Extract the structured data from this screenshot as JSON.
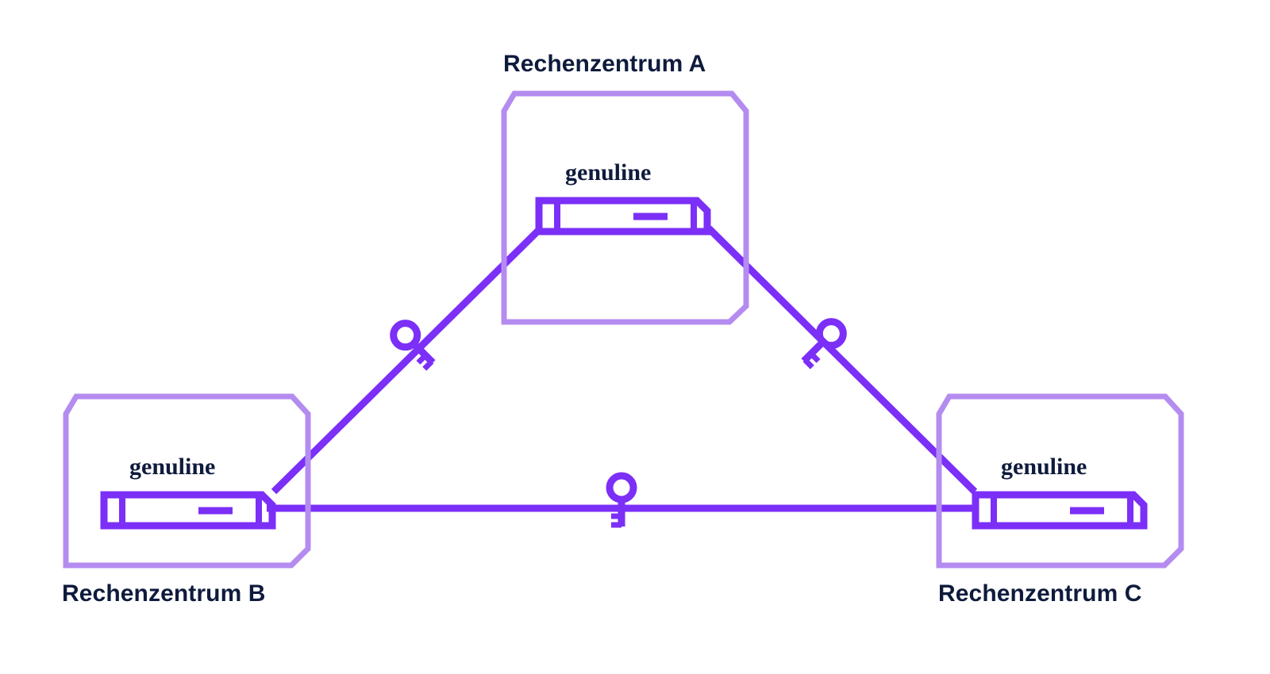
{
  "diagram": {
    "type": "network-topology",
    "description": "Drei Rechenzentren mit genuline Geraeten, paarweise verschluesselt verbunden",
    "background_color": "#ffffff",
    "colors": {
      "box_border": "#b48cf0",
      "accent": "#7b2ff7",
      "text": "#0f1b3d"
    },
    "sites": [
      {
        "id": "a",
        "title": "Rechenzentrum A",
        "device_label": "genuline",
        "device_icon": "network-appliance-icon",
        "title_position": "above"
      },
      {
        "id": "b",
        "title": "Rechenzentrum B",
        "device_label": "genuline",
        "device_icon": "network-appliance-icon",
        "title_position": "below"
      },
      {
        "id": "c",
        "title": "Rechenzentrum C",
        "device_label": "genuline",
        "device_icon": "network-appliance-icon",
        "title_position": "below"
      }
    ],
    "links": [
      {
        "id": "ab",
        "from": "a",
        "to": "b",
        "icon": "key-icon",
        "style": "solid",
        "orientation": "diagonal-down-left"
      },
      {
        "id": "ac",
        "from": "a",
        "to": "c",
        "icon": "key-icon",
        "style": "solid",
        "orientation": "diagonal-down-right"
      },
      {
        "id": "bc",
        "from": "b",
        "to": "c",
        "icon": "key-icon",
        "style": "solid",
        "orientation": "horizontal"
      }
    ]
  }
}
